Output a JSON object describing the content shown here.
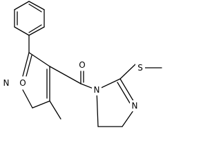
{
  "molecule": {
    "atoms": {
      "isoxazole_o": "O",
      "isoxazole_n": "N",
      "carbonyl_o": "O",
      "imidazoline_n1": "N",
      "imidazoline_n3": "N",
      "thioether_s": "S"
    }
  }
}
